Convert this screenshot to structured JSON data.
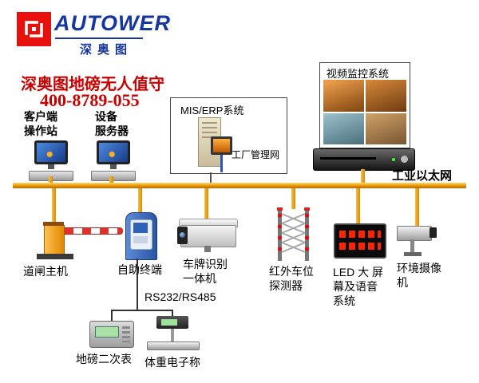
{
  "colors": {
    "brand_red": "#E8100C",
    "brand_blue": "#1535A0",
    "accent_red": "#C80000",
    "bus_gold": "#E39000",
    "led_text_red": "#FF2400"
  },
  "logo": {
    "brand": "AUTOWER",
    "brand_cn": "深奥图"
  },
  "header": {
    "title": "深奥图地磅无人值守",
    "phone": "400-8789-055"
  },
  "network": {
    "bus_label": "工业以太网",
    "serial_label": "RS232/RS485"
  },
  "nodes": {
    "client": {
      "label": "客户端\n操作站"
    },
    "server": {
      "label": "设备\n服务器"
    },
    "mis": {
      "title": "MIS/ERP系统",
      "note": "工厂管理网"
    },
    "video": {
      "title": "视频监控系统"
    },
    "barrier": {
      "label": "道闸主机"
    },
    "kiosk": {
      "label": "自助终端"
    },
    "lpr": {
      "label": "车牌识别\n一体机"
    },
    "infrared": {
      "label": "红外车位\n探测器"
    },
    "led": {
      "label": "LED 大 屏\n幕及语音\n系统"
    },
    "envcam": {
      "label": "环境摄像\n机"
    },
    "indicator": {
      "label": "地磅二次表"
    },
    "scale": {
      "label": "体重电子称"
    }
  },
  "icons": {
    "logo-mark": "red-square-white-glyph",
    "workstation-icon": "desktop-pc",
    "server-tower-icon": "beige-tower-with-monitor",
    "video-grid-icon": "2x2-camera-thumbnails",
    "dvr-icon": "rack-recorder",
    "barrier-gate-icon": "striped-arm-on-post",
    "kiosk-icon": "blue-self-service-terminal",
    "lpr-camera-icon": "white-camera-housing",
    "infrared-detector-icon": "ladder-frame-red-dots",
    "led-display-icon": "black-panel-red-text",
    "cctv-camera-icon": "camera-on-bracket",
    "weight-indicator-icon": "instrument-green-lcd",
    "platform-scale-icon": "column-scale"
  }
}
